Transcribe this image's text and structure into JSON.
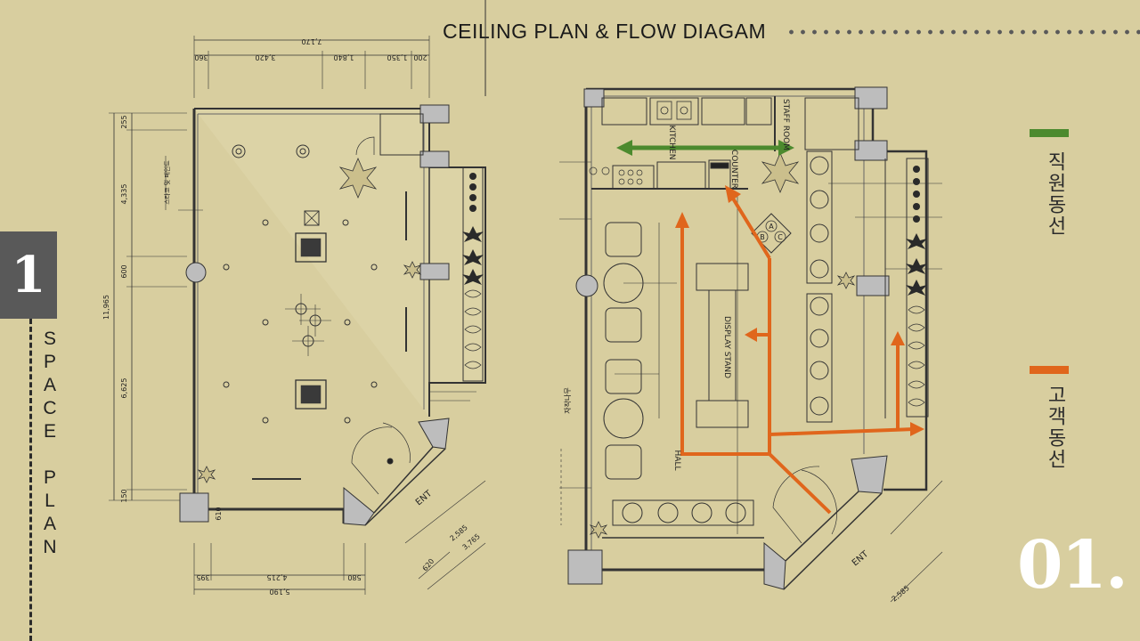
{
  "header": {
    "title": "CEILING PLAN & FLOW DIAGAM"
  },
  "section": {
    "number": "1",
    "label": "SPACE PLAN",
    "letters": [
      "S",
      "P",
      "A",
      "C",
      "E",
      "",
      "P",
      "L",
      "A",
      "N"
    ],
    "page_index": "01."
  },
  "legend": [
    {
      "label": "직원동선",
      "color": "#4c8a2e"
    },
    {
      "label": "고객동선",
      "color": "#e0661c"
    }
  ],
  "left_plan": {
    "dims_top": [
      "7,170",
      "360",
      "3,420",
      "1,840",
      "1,350",
      "200"
    ],
    "dims_left": [
      "255",
      "4,335",
      "600",
      "11,965",
      "6,625",
      "150"
    ],
    "dims_bottom": [
      "395",
      "4,215",
      "580",
      "5,190",
      "610"
    ],
    "dims_diag": [
      "620",
      "2,585",
      "3,765"
    ],
    "note": "스타코 및 페인트",
    "ent": "ENT"
  },
  "right_plan": {
    "labels": {
      "kitchen": "KITCHEN",
      "counter": "COUNTER",
      "staff_room": "STAFF ROOM",
      "display_stand": "DISPLAY STAND",
      "hall": "HALL",
      "ent": "ENT",
      "abc": [
        "A",
        "B",
        "C"
      ],
      "wall_note": "자작나무"
    },
    "dims": [
      "2,585"
    ]
  }
}
